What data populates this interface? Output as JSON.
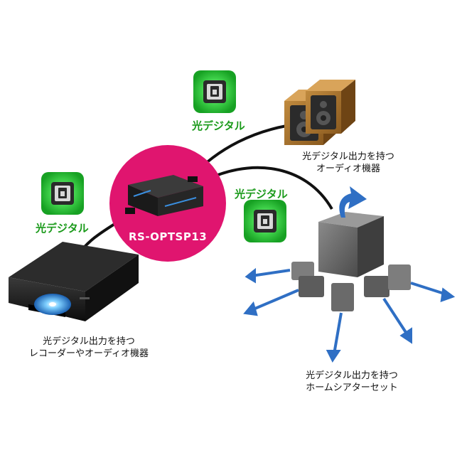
{
  "device": {
    "model": "RS-OPTSP13"
  },
  "optical_badges": [
    {
      "label": "光デジタル"
    },
    {
      "label": "光デジタル"
    },
    {
      "label": "光デジタル"
    }
  ],
  "source": {
    "line1": "光デジタル出力を持つ",
    "line2": "レコーダーやオーディオ機器"
  },
  "outputs": [
    {
      "line1": "光デジタル出力を持つ",
      "line2": "オーディオ機器"
    },
    {
      "line1": "光デジタル出力を持つ",
      "line2": "ホームシアターセット"
    }
  ],
  "colors": {
    "accent_pink": "#e0156f",
    "badge_green": "#3fd14a",
    "label_green": "#1a9a1a",
    "arrow_blue": "#2f6fc4"
  }
}
